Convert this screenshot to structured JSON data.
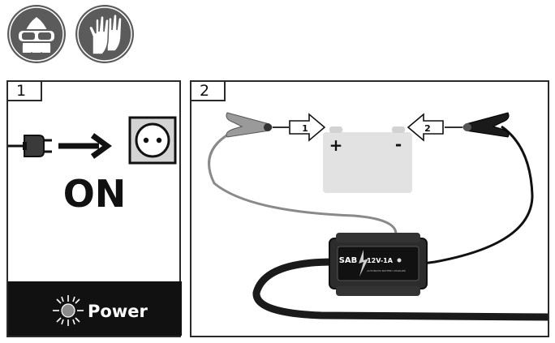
{
  "safety_icons": [
    {
      "icon": "safety-goggles-icon"
    },
    {
      "icon": "protective-gloves-icon"
    }
  ],
  "panel1": {
    "step_number": "1",
    "state_text": "ON",
    "indicator_label": "Power",
    "icons": [
      "plug-icon",
      "arrow-right-icon",
      "wall-socket-icon",
      "led-glow-icon"
    ]
  },
  "panel2": {
    "step_number": "2",
    "battery": {
      "positive_sign": "+",
      "negative_sign": "-"
    },
    "clamp_steps": [
      "1",
      "2"
    ],
    "charger": {
      "brand": "SAB",
      "rating": "12V-1A",
      "subtitle": "AUTOMATIC BATTERY CHARGER"
    },
    "colors": {
      "red_cable": "#8a8a8a",
      "black_cable": "#111111",
      "battery": "#e0e0e0"
    }
  }
}
